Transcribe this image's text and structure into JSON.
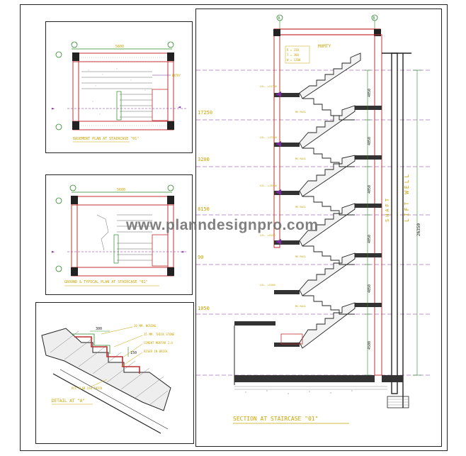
{
  "watermark": "www.planndesignpro.com",
  "main_section": {
    "title": "SECTION AT STAIRCASE \"01\"",
    "mumty_label": "MUMTY",
    "shaft_label": "SHAFT",
    "lift_well_label": "LIFT WELL",
    "total_height": "26350",
    "floor_heights": [
      "4050",
      "4050",
      "4050",
      "4050",
      "4050",
      "4500"
    ],
    "level_labels": [
      "17250",
      "3200",
      "8150",
      "90",
      "1050"
    ],
    "note_labels": [
      "R = 150",
      "T = 300",
      "W = 1200"
    ],
    "grid_markers": [
      "A",
      "B"
    ]
  },
  "plan_top": {
    "caption": "BASEMENT PLAN AT STAIRCASE \"01\"",
    "dimension": "5600"
  },
  "plan_mid": {
    "caption": "GROUND & TYPICAL PLAN AT STAIRCASE \"01\"",
    "dimension": "5600"
  },
  "detail": {
    "caption": "DETAIL AT \"A\"",
    "tread_dim": "300",
    "riser_dim": "150",
    "notes": [
      "20 MM. NOSING",
      "25 MM. THICK STONE",
      "CEMENT MORTAR 1:4",
      "RISER IN BRICK",
      "RCC SLAB 150 THICK"
    ]
  },
  "colors": {
    "cad_yellow": "#c9a400",
    "cad_purple": "#7a2a9a",
    "cad_red": "#c03030",
    "cad_green": "#2a8a2a",
    "cad_gray": "#808080"
  }
}
